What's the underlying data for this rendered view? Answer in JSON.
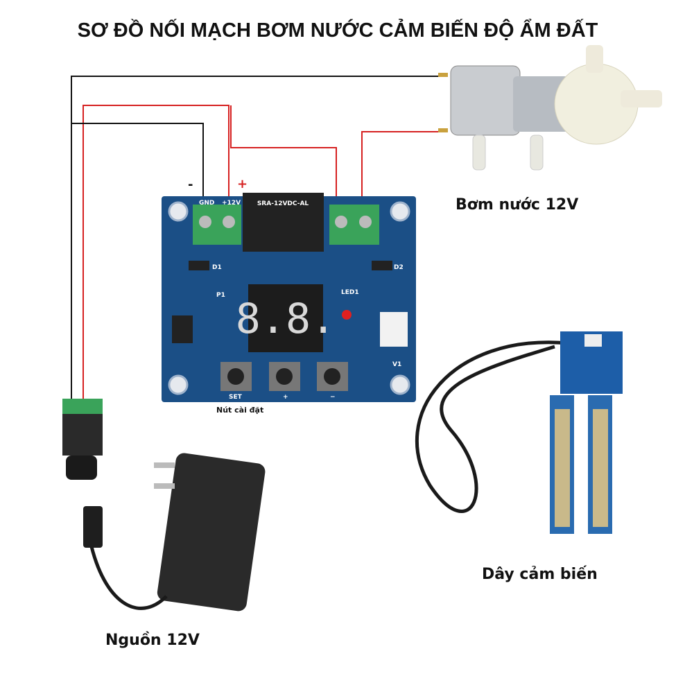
{
  "title": "SƠ ĐỒ NỐI MẠCH BƠM NƯỚC CẢM BIẾN ĐỘ ẨM ĐẤT",
  "labels": {
    "pump": "Bơm nước 12V",
    "power": "Nguồn 12V",
    "sensor": "Dây cảm biến",
    "buttons": "Nút cài đặt"
  },
  "signs": {
    "minus": "-",
    "plus": "+"
  },
  "board": {
    "gnd": "GND",
    "v12": "+12V",
    "relay": "SRA-12VDC-AL",
    "display": "8.8.",
    "btn_set": "SET",
    "btn_plus": "+",
    "btn_minus": "−",
    "led": "LED1",
    "d1": "D1",
    "d2": "D2",
    "p1": "P1",
    "v1": "V1"
  },
  "colors": {
    "wire_red": "#d62020",
    "wire_black": "#111111",
    "pcb": "#1b4f86",
    "terminal": "#3aa35a"
  }
}
